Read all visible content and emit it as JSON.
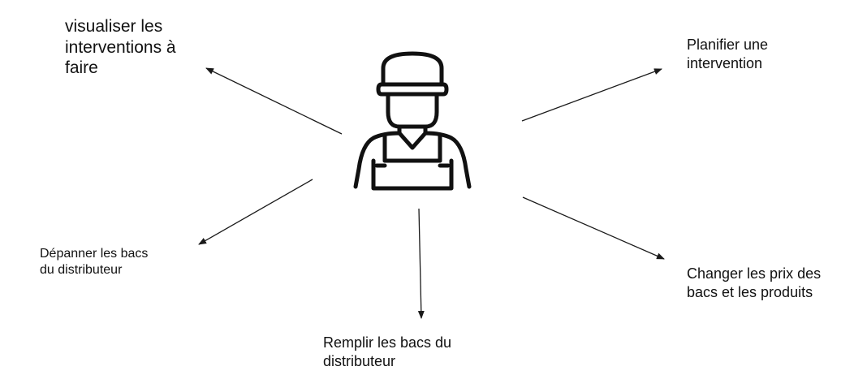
{
  "actor": {
    "icon": "worker-icon"
  },
  "actions": {
    "visualiser": "visualiser les\ninterventions à\nfaire",
    "planifier": "Planifier une\nintervention",
    "depanner": "Dépanner les bacs\ndu distributeur",
    "changer": "Changer les prix des\nbacs et les produits",
    "remplir": "Remplir les bacs du\ndistributeur"
  },
  "colors": {
    "stroke": "#111111",
    "background": "#ffffff"
  }
}
